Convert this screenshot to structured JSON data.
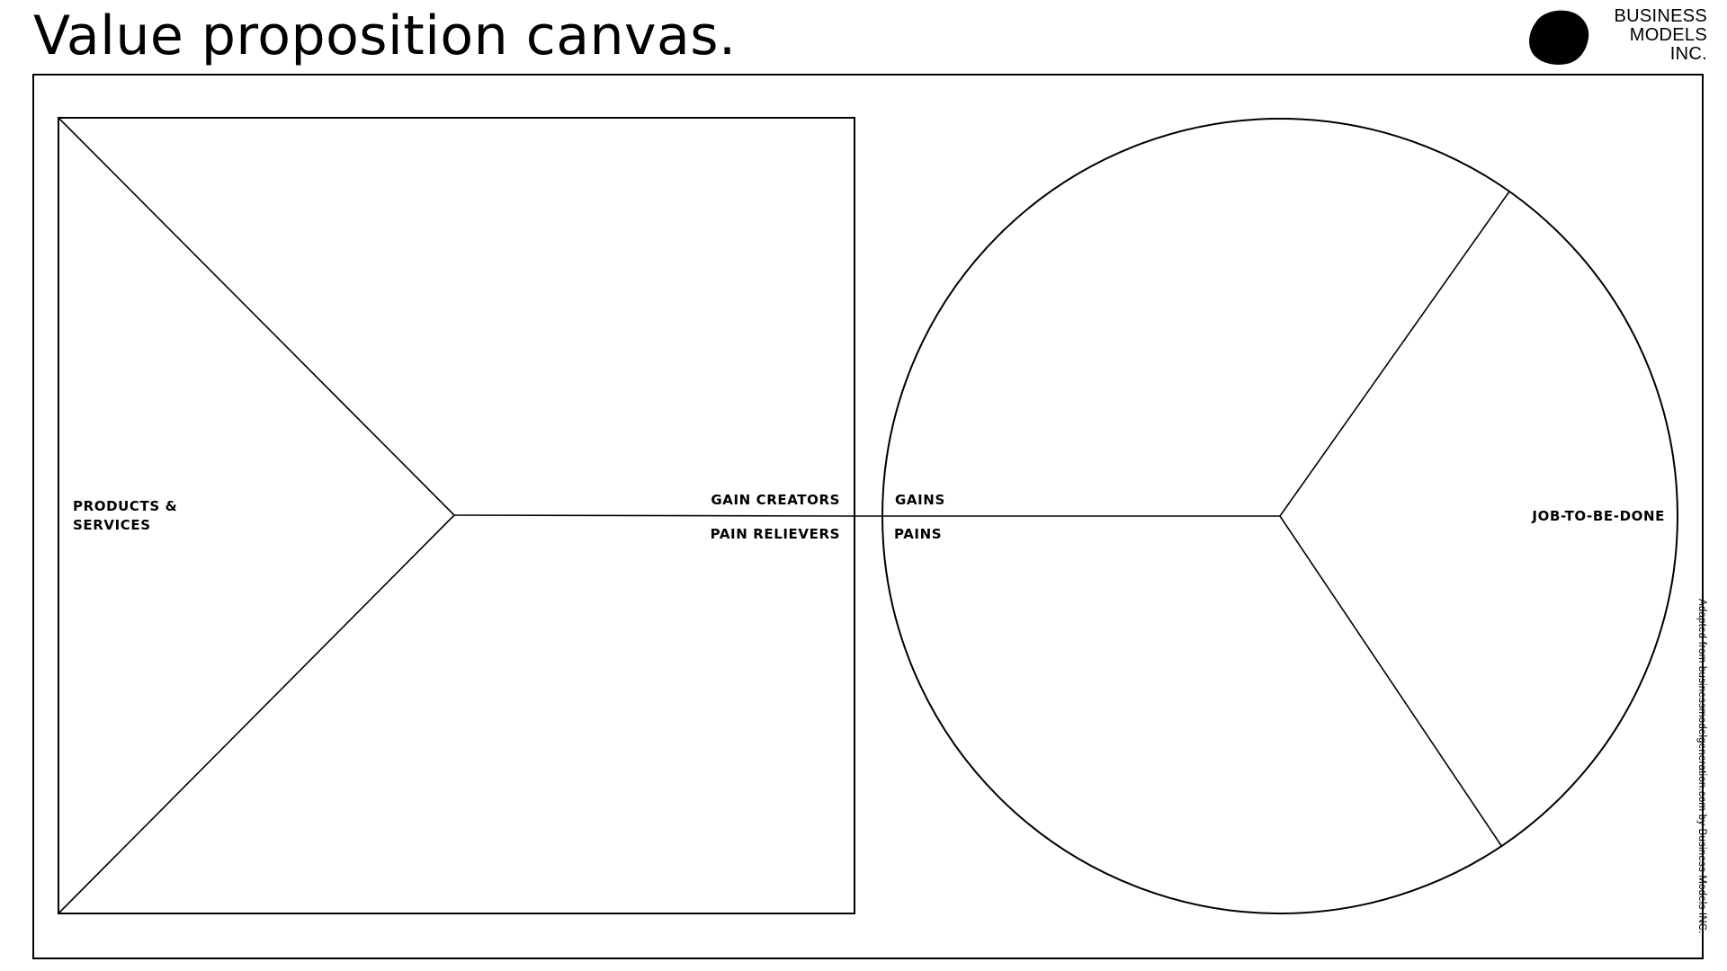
{
  "title": "Value proposition canvas.",
  "logo": {
    "lines": [
      "BUSINESS",
      "MODELS",
      "INC."
    ]
  },
  "value_map": {
    "products_services": [
      "PRODUCTS &",
      "SERVICES"
    ],
    "gain_creators": "GAIN CREATORS",
    "pain_relievers": "PAIN RELIEVERS"
  },
  "customer_profile": {
    "gains": "GAINS",
    "pains": "PAINS",
    "job": "JOB-TO-BE-DONE"
  },
  "credit": "Adapted from businessmodelgeneration.com by Business Models INC.",
  "colors": {
    "line": "#000000",
    "background": "#ffffff"
  }
}
